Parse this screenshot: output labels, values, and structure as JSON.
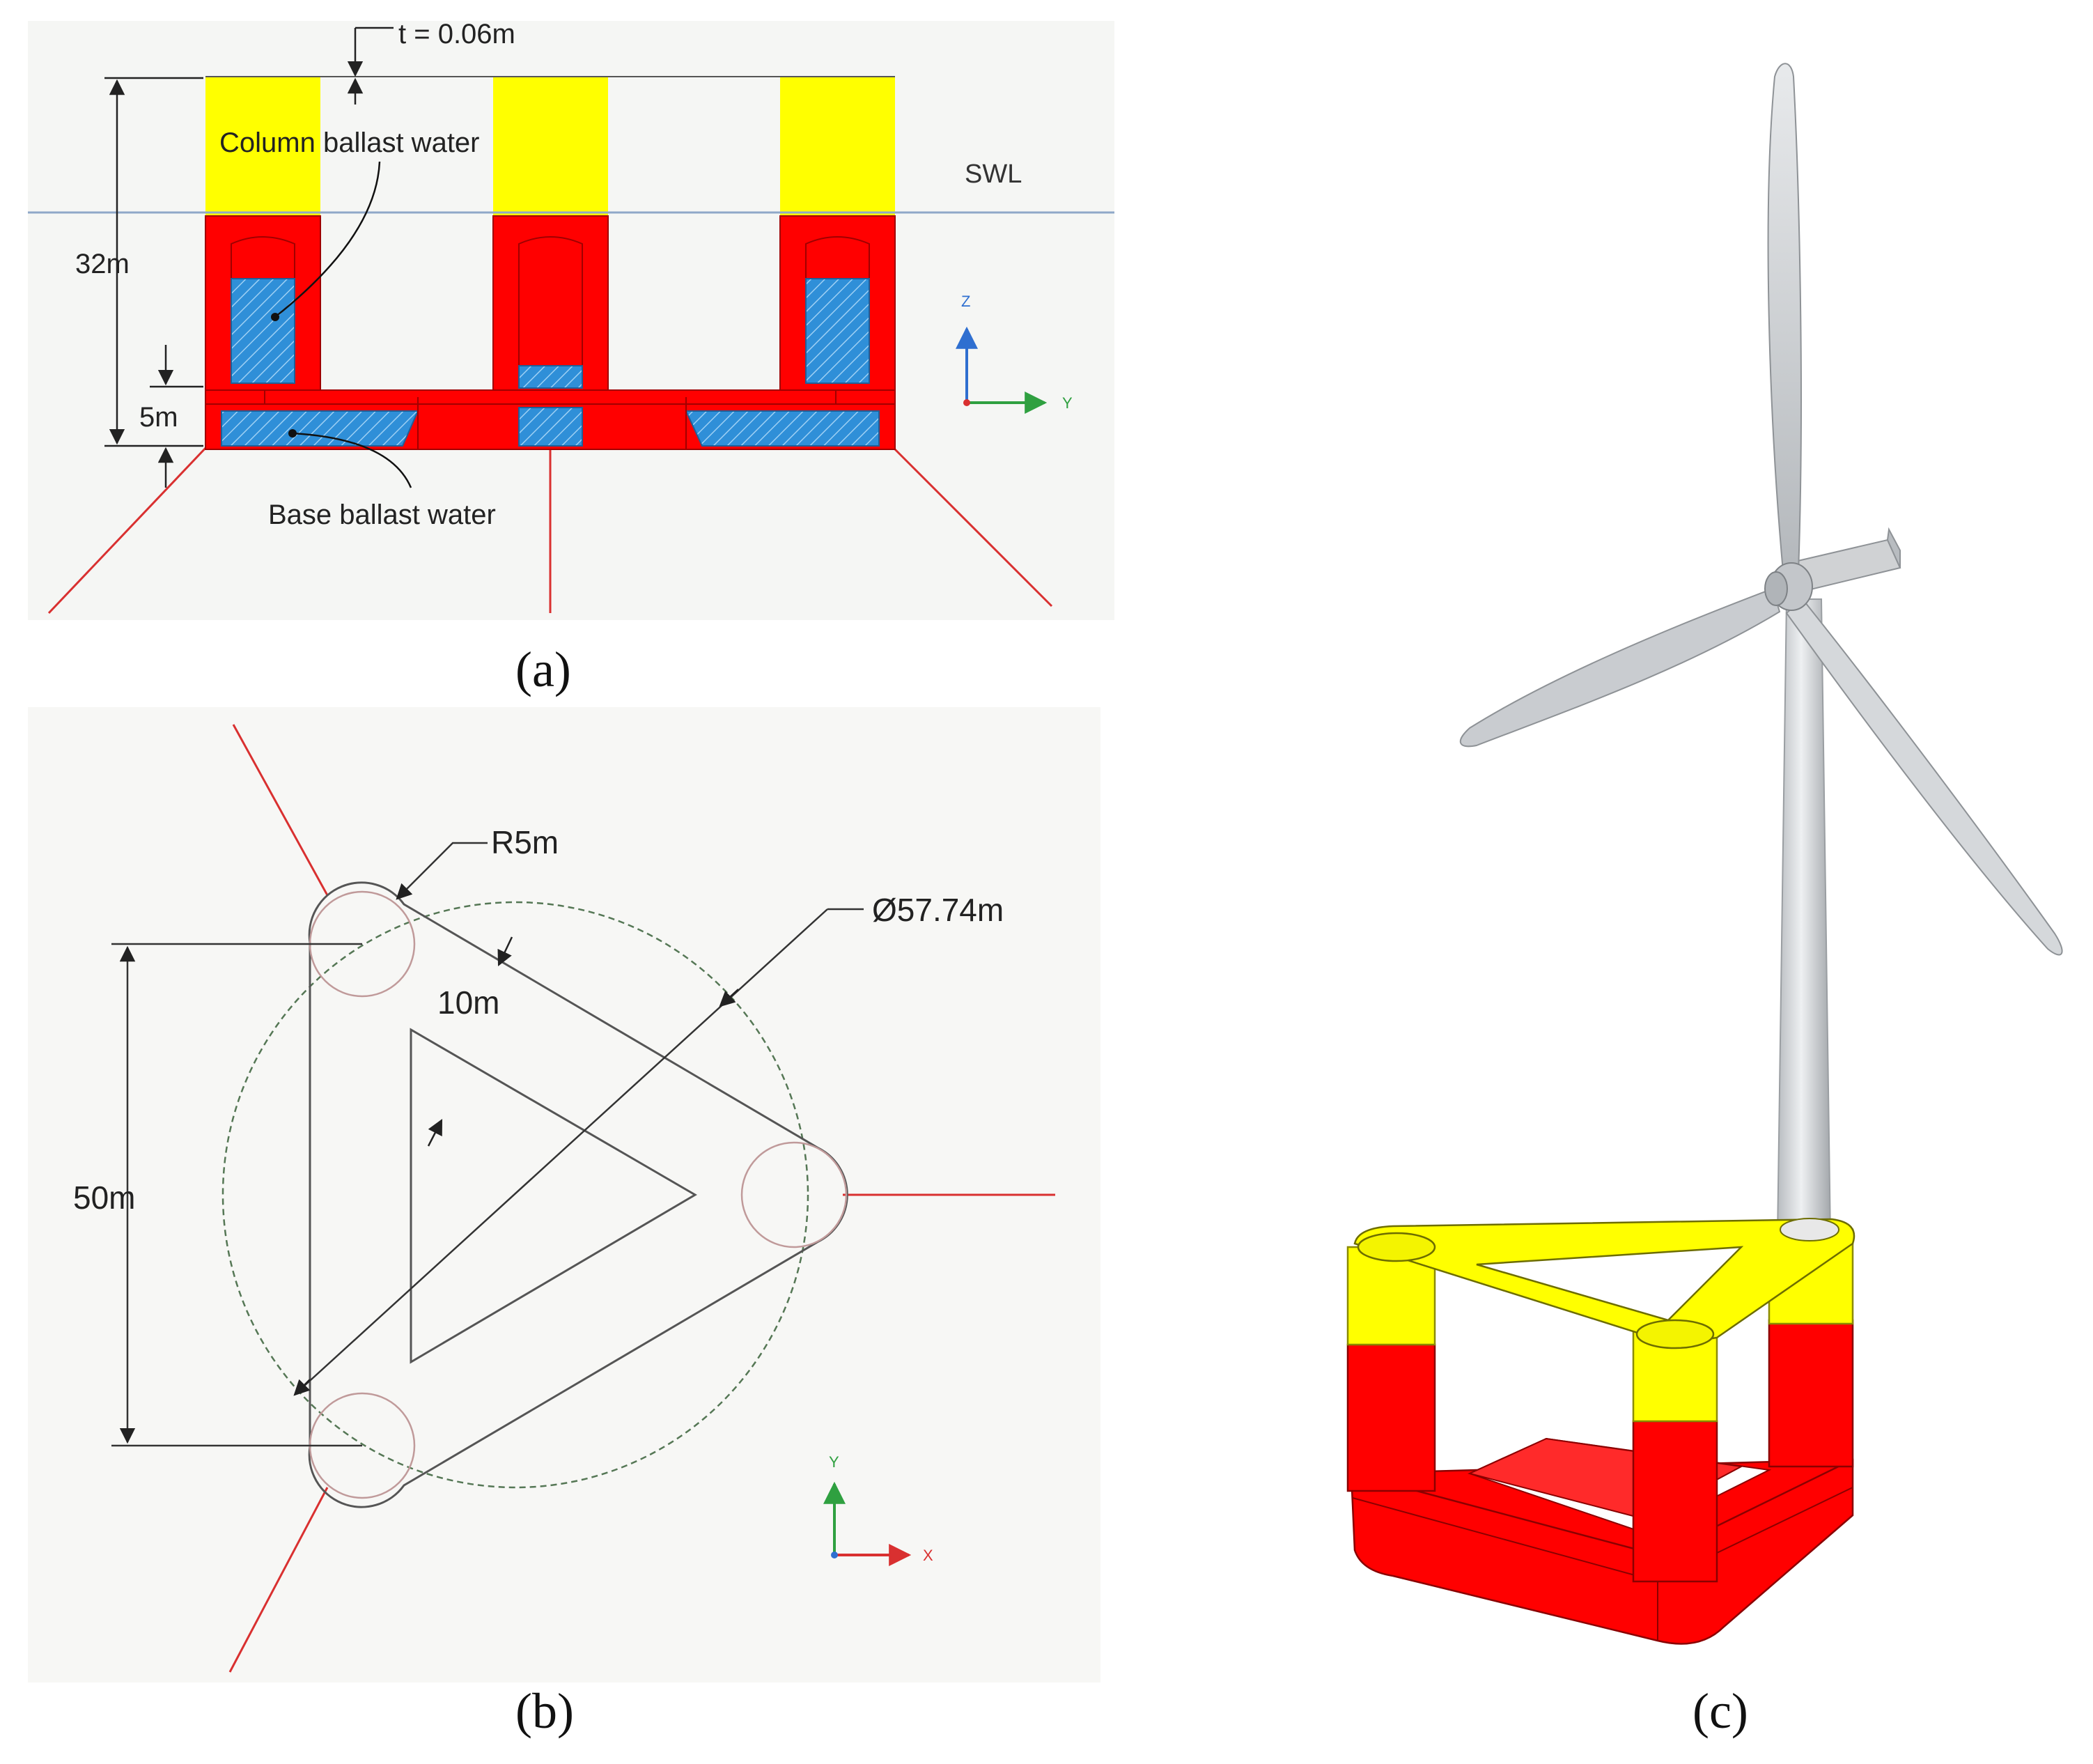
{
  "panel_a": {
    "caption": "(a)",
    "thickness_label": "t = 0.06m",
    "column_ballast_label": "Column ballast water",
    "swl_label": "SWL",
    "height_label": "32m",
    "base_height_label": "5m",
    "base_ballast_label": "Base ballast water",
    "axis_z": "Z",
    "axis_y": "Y"
  },
  "panel_b": {
    "caption": "(b)",
    "radius_label": "R5m",
    "diameter_label": "Ø57.74m",
    "pontoon_width_label": "10m",
    "span_label": "50m",
    "axis_y": "Y",
    "axis_x": "X"
  },
  "panel_c": {
    "caption": "(c)"
  },
  "colors": {
    "upper_column": "#ffff00",
    "lower_hull": "#ff0000",
    "ballast": "#2f8fd8",
    "mooring_line": "#d93030",
    "swl_line": "#8fa8c8",
    "turbine": "#d4d6d8",
    "axis_blue": "#2f6fd0",
    "axis_green": "#2fa040"
  }
}
